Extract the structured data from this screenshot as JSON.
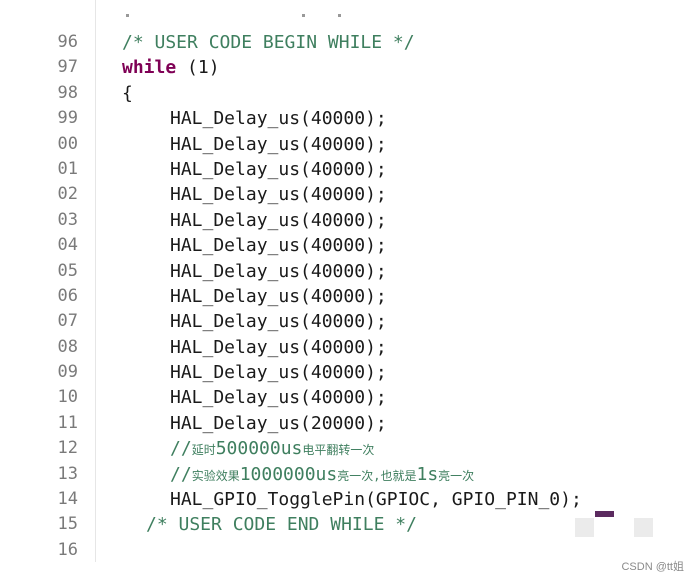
{
  "editor": {
    "lines": [
      {
        "num": "96",
        "code": "/* USER CODE BEGIN WHILE */",
        "kind": "comment",
        "indent": 0
      },
      {
        "num": "97",
        "code": "while (1)",
        "kind": "while",
        "indent": 0
      },
      {
        "num": "98",
        "code": "{",
        "kind": "plain",
        "indent": 0
      },
      {
        "num": "99",
        "code": "HAL_Delay_us(40000);",
        "kind": "plain",
        "indent": 2
      },
      {
        "num": "00",
        "code": "HAL_Delay_us(40000);",
        "kind": "plain",
        "indent": 2
      },
      {
        "num": "01",
        "code": "HAL_Delay_us(40000);",
        "kind": "plain",
        "indent": 2
      },
      {
        "num": "02",
        "code": "HAL_Delay_us(40000);",
        "kind": "plain",
        "indent": 2
      },
      {
        "num": "03",
        "code": "HAL_Delay_us(40000);",
        "kind": "plain",
        "indent": 2
      },
      {
        "num": "04",
        "code": "HAL_Delay_us(40000);",
        "kind": "plain",
        "indent": 2
      },
      {
        "num": "05",
        "code": "HAL_Delay_us(40000);",
        "kind": "plain",
        "indent": 2
      },
      {
        "num": "06",
        "code": "HAL_Delay_us(40000);",
        "kind": "plain",
        "indent": 2
      },
      {
        "num": "07",
        "code": "HAL_Delay_us(40000);",
        "kind": "plain",
        "indent": 2
      },
      {
        "num": "08",
        "code": "HAL_Delay_us(40000);",
        "kind": "plain",
        "indent": 2
      },
      {
        "num": "09",
        "code": "HAL_Delay_us(40000);",
        "kind": "plain",
        "indent": 2
      },
      {
        "num": "10",
        "code": "HAL_Delay_us(40000);",
        "kind": "plain",
        "indent": 2
      },
      {
        "num": "11",
        "code": "HAL_Delay_us(20000);",
        "kind": "plain",
        "indent": 2
      },
      {
        "num": "12",
        "parts": [
          {
            "t": "//",
            "s": "cm"
          },
          {
            "t": "延时",
            "s": "cm-small"
          },
          {
            "t": "500000us",
            "s": "cm"
          },
          {
            "t": "电平翻转一次",
            "s": "cm-small"
          }
        ],
        "kind": "parts",
        "indent": 2
      },
      {
        "num": "13",
        "parts": [
          {
            "t": "//",
            "s": "cm"
          },
          {
            "t": "实验效果",
            "s": "cm-small"
          },
          {
            "t": "1000000us",
            "s": "cm"
          },
          {
            "t": "亮一次,也就是",
            "s": "cm-small"
          },
          {
            "t": "1s",
            "s": "cm"
          },
          {
            "t": "亮一次",
            "s": "cm-small"
          }
        ],
        "kind": "parts",
        "indent": 2
      },
      {
        "num": "14",
        "code": "HAL_GPIO_TogglePin(GPIOC, GPIO_PIN_0);",
        "kind": "plain",
        "indent": 2
      },
      {
        "num": "15",
        "code": "/* USER CODE END WHILE */",
        "kind": "comment",
        "indent": 1
      },
      {
        "num": "16",
        "code": "",
        "kind": "plain",
        "indent": 0
      }
    ]
  },
  "watermark": "CSDN @tt姐",
  "colors": {
    "keyword": "#7f0055",
    "comment": "#3f7f5f",
    "line_number": "#7a7a7a"
  }
}
